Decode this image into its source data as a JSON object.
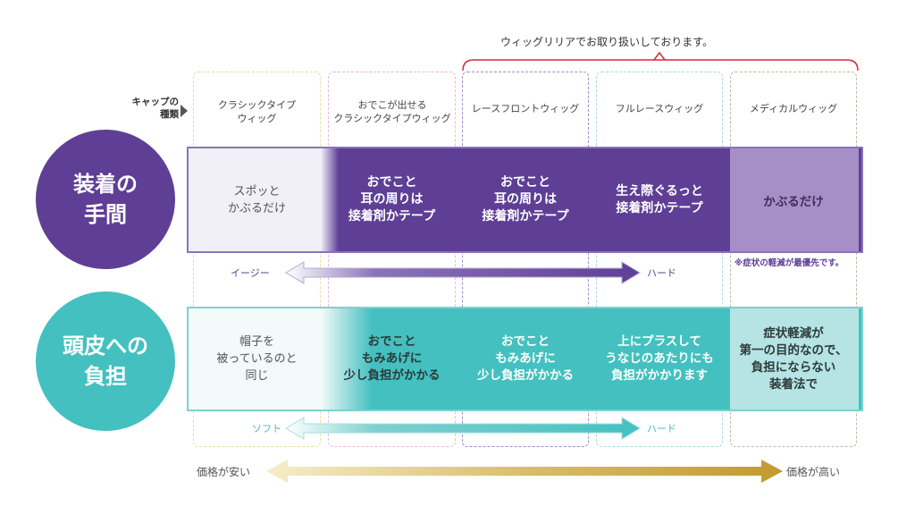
{
  "header_note": "ウィッグリリアでお取り扱いしております。",
  "cap_type_label": "キャップの\n種類",
  "colors": {
    "purple": "#5e3f95",
    "purple_light": "#a68fc6",
    "teal": "#44c0c0",
    "teal_light": "#b6e4e4",
    "red_bracket": "#d9273a",
    "gold": "#c9a43a"
  },
  "columns": [
    {
      "label": "クラシックタイプ\nウィッグ",
      "border": "#e8dca0"
    },
    {
      "label": "おでこが出せる\nクラシックタイプウィッグ",
      "border": "#f0b8d0"
    },
    {
      "label": "レースフロントウィッグ",
      "border": "#a78ad2"
    },
    {
      "label": "フルレースウィッグ",
      "border": "#a9d8ea"
    },
    {
      "label": "メディカルウィッグ",
      "border": "#bdbba0"
    }
  ],
  "row1": {
    "title": "装着の\n手間",
    "cells": [
      "スポッと\nかぶるだけ",
      "おでこと\n耳の周りは\n接着剤かテープ",
      "おでこと\n耳の周りは\n接着剤かテープ",
      "生え際ぐるっと\n接着剤かテープ",
      "かぶるだけ"
    ],
    "note": "※症状の軽減が最優先です。",
    "arrow_left": "イージー",
    "arrow_right": "ハード"
  },
  "row2": {
    "title": "頭皮への\n負担",
    "cells": [
      "帽子を\n被っているのと\n同じ",
      "おでこと\nもみあげに\n少し負担がかかる",
      "おでこと\nもみあげに\n少し負担がかかる",
      "上にプラスして\nうなじのあたりにも\n負担がかかります",
      "症状軽減が\n第一の目的なので、\n負担にならない\n装着法で"
    ],
    "arrow_left": "ソフト",
    "arrow_right": "ハード"
  },
  "price": {
    "low": "価格が安い",
    "high": "価格が高い"
  }
}
